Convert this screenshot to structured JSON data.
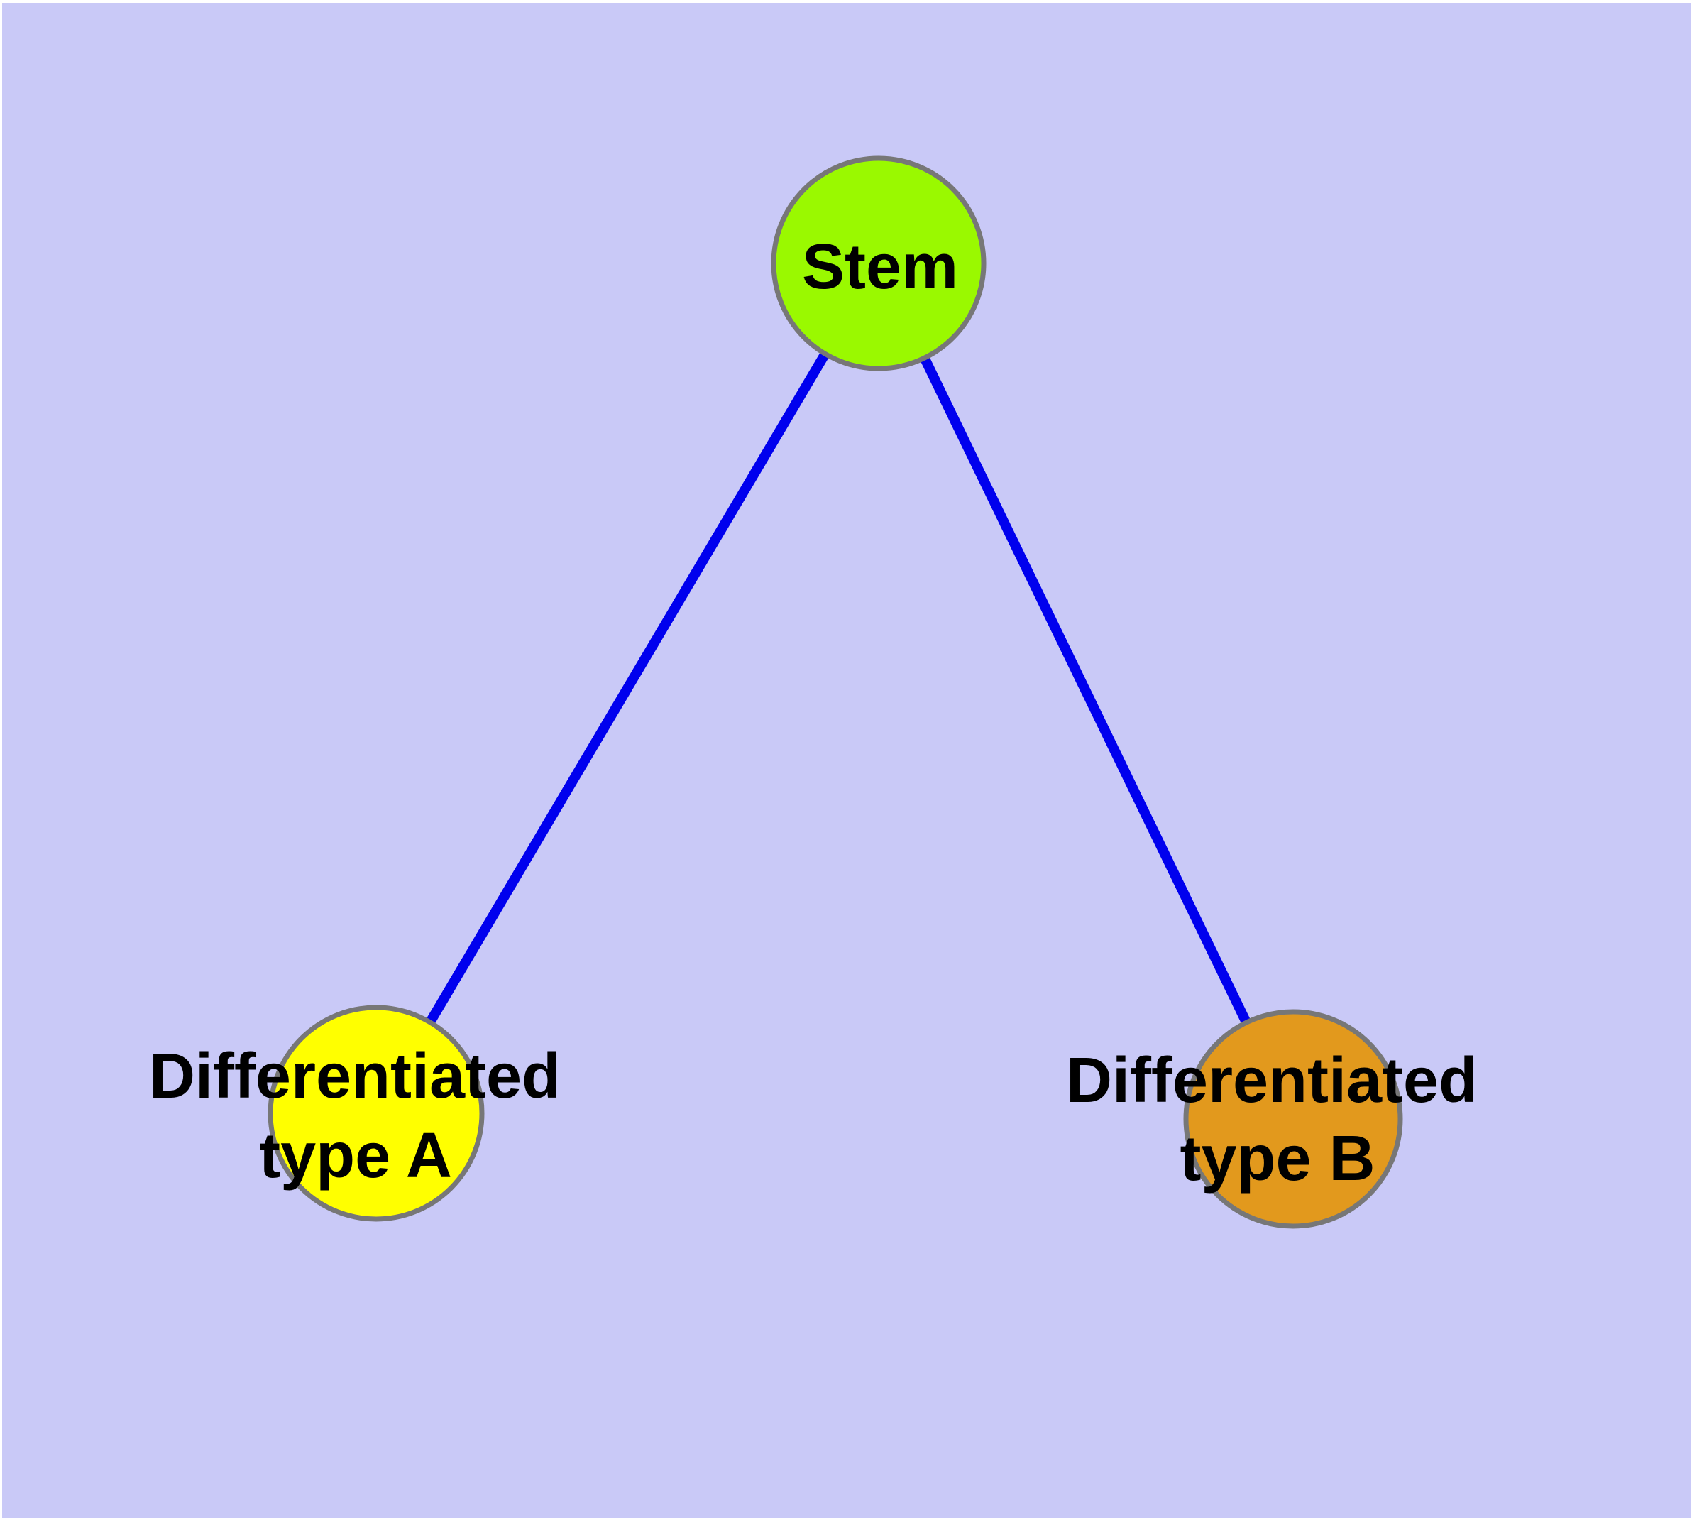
{
  "diagram": {
    "type": "node-link-graph",
    "colors": {
      "page_margin": "#ffffff",
      "background": "#c9c9f7",
      "edge": "#0000ee",
      "node_border": "#777777",
      "label_text": "#000000"
    },
    "nodes": {
      "stem": {
        "label": "Stem",
        "fill": "#9af900"
      },
      "type_a": {
        "label_line1": "Differentiated",
        "label_line2": "type A",
        "label_full": "Differentiated type A",
        "fill": "#ffff00"
      },
      "type_b": {
        "label_line1": "Differentiated",
        "label_line2": "type B",
        "label_full": "Differentiated type B",
        "fill": "#e2991d"
      }
    },
    "edges": [
      {
        "from": "Stem",
        "to": "Differentiated type A"
      },
      {
        "from": "Stem",
        "to": "Differentiated type B"
      }
    ]
  }
}
